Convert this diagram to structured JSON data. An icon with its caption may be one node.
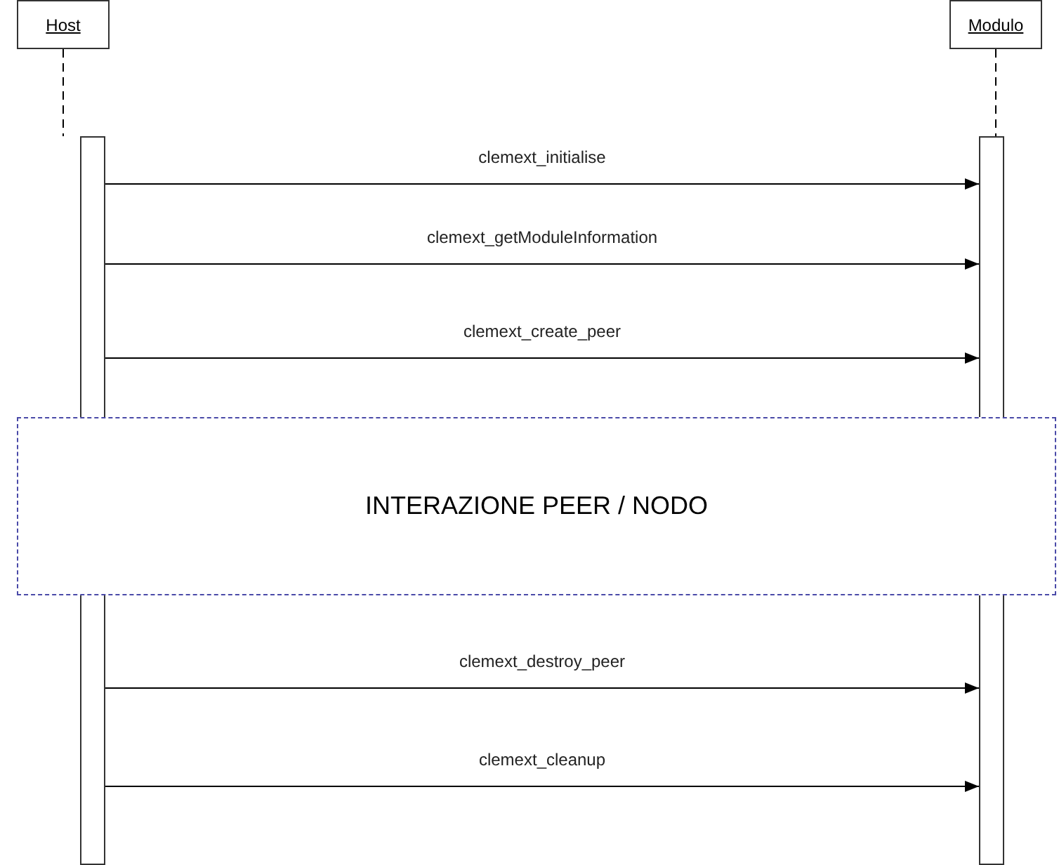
{
  "diagram": {
    "nodes": [
      {
        "text": [
          "Host"
        ]
      },
      {
        "text": [
          "Modulo"
        ]
      },
      {
        "text": [],
        "shape": "bar"
      },
      {
        "text": [],
        "shape": "bar"
      },
      {
        "text": [
          "INTERAZIONE PEER / NODO"
        ]
      }
    ],
    "edges": [
      {
        "from": 0,
        "to": 2,
        "arrow": "none",
        "style": "dashed"
      },
      {
        "from": 1,
        "to": 3,
        "arrow": "none",
        "style": "dashed"
      },
      {
        "from": 2,
        "to": 3,
        "arrow": "to",
        "label": "clemext_initialise"
      },
      {
        "from": 2,
        "to": 3,
        "arrow": "to",
        "label": "clemext_getModuleInformation"
      },
      {
        "from": 2,
        "to": 3,
        "arrow": "to",
        "label": "clemext_create_peer"
      },
      {
        "from": 2,
        "to": 3,
        "arrow": "to",
        "label": "clemext_destroy_peer"
      },
      {
        "from": 2,
        "to": 3,
        "arrow": "to",
        "label": "clemext_cleanup"
      }
    ]
  }
}
